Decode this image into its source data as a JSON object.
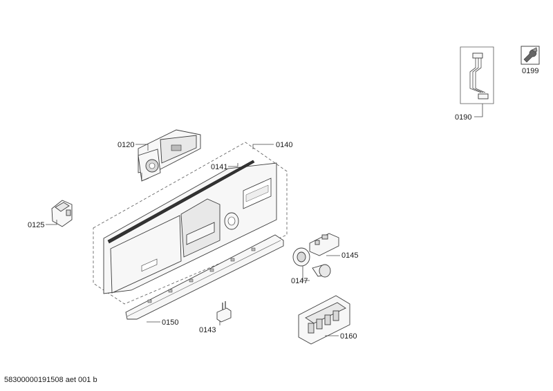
{
  "parts": [
    {
      "id": "p0199",
      "label": "0199"
    },
    {
      "id": "p0190",
      "label": "0190"
    },
    {
      "id": "p0120",
      "label": "0120"
    },
    {
      "id": "p0140",
      "label": "0140"
    },
    {
      "id": "p0141",
      "label": "0141"
    },
    {
      "id": "p0125",
      "label": "0125"
    },
    {
      "id": "p0145",
      "label": "0145"
    },
    {
      "id": "p0147",
      "label": "0147"
    },
    {
      "id": "p0150",
      "label": "0150"
    },
    {
      "id": "p0143",
      "label": "0143"
    },
    {
      "id": "p0160",
      "label": "0160"
    }
  ],
  "document_id": "58300000191508 aet 001 b"
}
